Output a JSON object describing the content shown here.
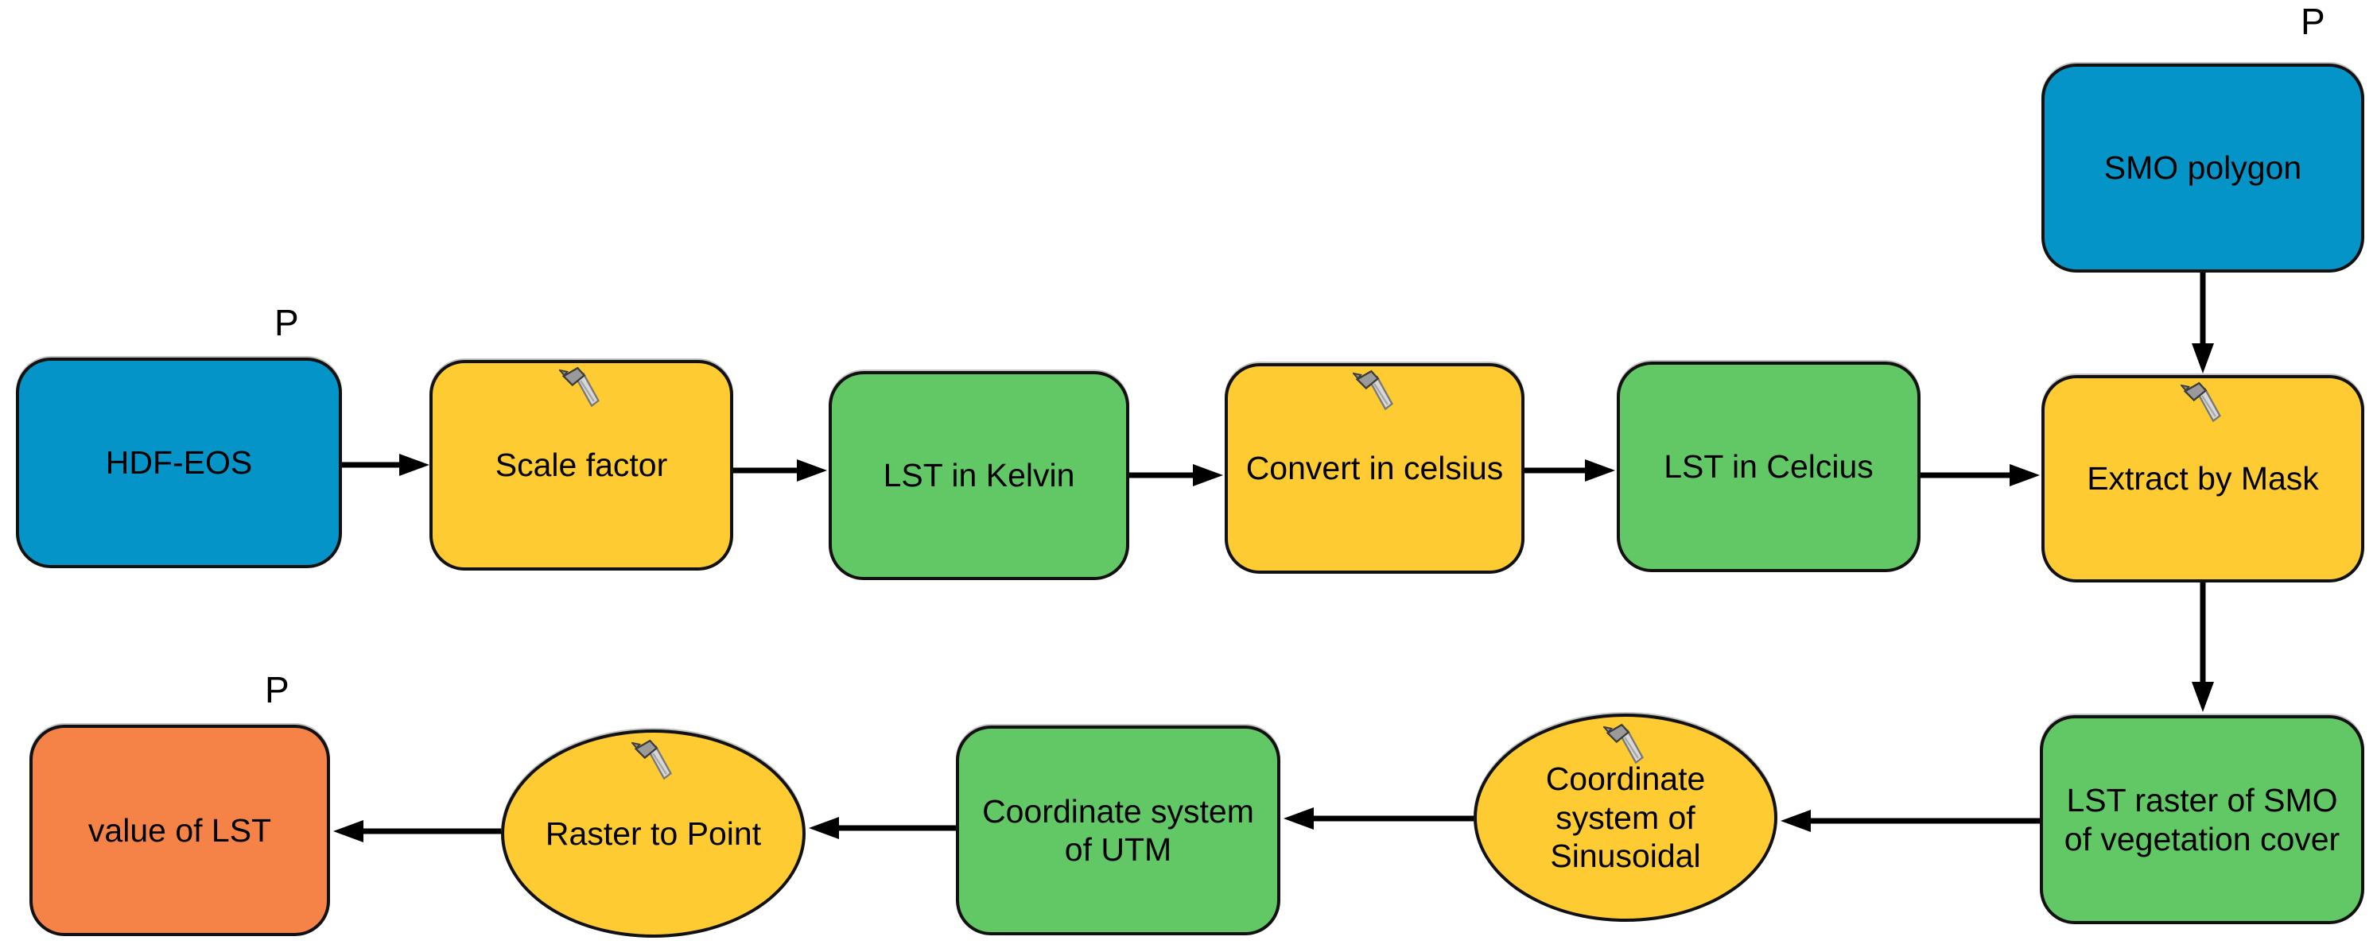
{
  "diagram": {
    "tool": "ModelBuilder workflow",
    "parameter_marker": "P",
    "colors": {
      "input_blue": "#0594C8",
      "tool_yellow": "#FECB32",
      "data_green": "#62C765",
      "output_orange": "#F58347",
      "arrow_black": "#000000"
    },
    "nodes": [
      {
        "id": "hdf-eos",
        "label": "HDF-EOS",
        "type": "input-data",
        "shape": "rounded-rect",
        "color": "blue",
        "hammer": false,
        "parameter": true
      },
      {
        "id": "scale-factor",
        "label": "Scale factor",
        "type": "tool",
        "shape": "rounded-rect",
        "color": "yellow",
        "hammer": true,
        "parameter": false
      },
      {
        "id": "lst-in-kelvin",
        "label": "LST in Kelvin",
        "type": "derived-data",
        "shape": "rounded-rect",
        "color": "green",
        "hammer": false,
        "parameter": false
      },
      {
        "id": "convert-in-celsius",
        "label": "Convert in celsius",
        "type": "tool",
        "shape": "rounded-rect",
        "color": "yellow",
        "hammer": true,
        "parameter": false
      },
      {
        "id": "lst-in-celcius",
        "label": "LST in Celcius",
        "type": "derived-data",
        "shape": "rounded-rect",
        "color": "green",
        "hammer": false,
        "parameter": false
      },
      {
        "id": "extract-by-mask",
        "label": "Extract by Mask",
        "type": "tool",
        "shape": "rounded-rect",
        "color": "yellow",
        "hammer": true,
        "parameter": false
      },
      {
        "id": "smo-polygon",
        "label": "SMO polygon",
        "type": "input-data",
        "shape": "rounded-rect",
        "color": "blue",
        "hammer": false,
        "parameter": true
      },
      {
        "id": "lst-raster-smo",
        "label": "LST raster of SMO\nof vegetation cover",
        "type": "derived-data",
        "shape": "rounded-rect",
        "color": "green",
        "hammer": false,
        "parameter": false
      },
      {
        "id": "coord-sinusoidal",
        "label": "Coordinate\nsystem of\nSinusoidal",
        "type": "tool",
        "shape": "ellipse",
        "color": "yellow",
        "hammer": true,
        "parameter": false
      },
      {
        "id": "coord-utm",
        "label": "Coordinate system\nof UTM",
        "type": "derived-data",
        "shape": "rounded-rect",
        "color": "green",
        "hammer": false,
        "parameter": false
      },
      {
        "id": "raster-to-point",
        "label": "Raster to Point",
        "type": "tool",
        "shape": "ellipse",
        "color": "yellow",
        "hammer": true,
        "parameter": false
      },
      {
        "id": "value-of-lst",
        "label": "value of LST",
        "type": "output-data",
        "shape": "rounded-rect",
        "color": "orange",
        "hammer": false,
        "parameter": true
      }
    ],
    "edges": [
      {
        "from": "hdf-eos",
        "to": "scale-factor"
      },
      {
        "from": "scale-factor",
        "to": "lst-in-kelvin"
      },
      {
        "from": "lst-in-kelvin",
        "to": "convert-in-celsius"
      },
      {
        "from": "convert-in-celsius",
        "to": "lst-in-celcius"
      },
      {
        "from": "lst-in-celcius",
        "to": "extract-by-mask"
      },
      {
        "from": "smo-polygon",
        "to": "extract-by-mask"
      },
      {
        "from": "extract-by-mask",
        "to": "lst-raster-smo"
      },
      {
        "from": "lst-raster-smo",
        "to": "coord-sinusoidal"
      },
      {
        "from": "coord-sinusoidal",
        "to": "coord-utm"
      },
      {
        "from": "coord-utm",
        "to": "raster-to-point"
      },
      {
        "from": "raster-to-point",
        "to": "value-of-lst"
      }
    ]
  }
}
